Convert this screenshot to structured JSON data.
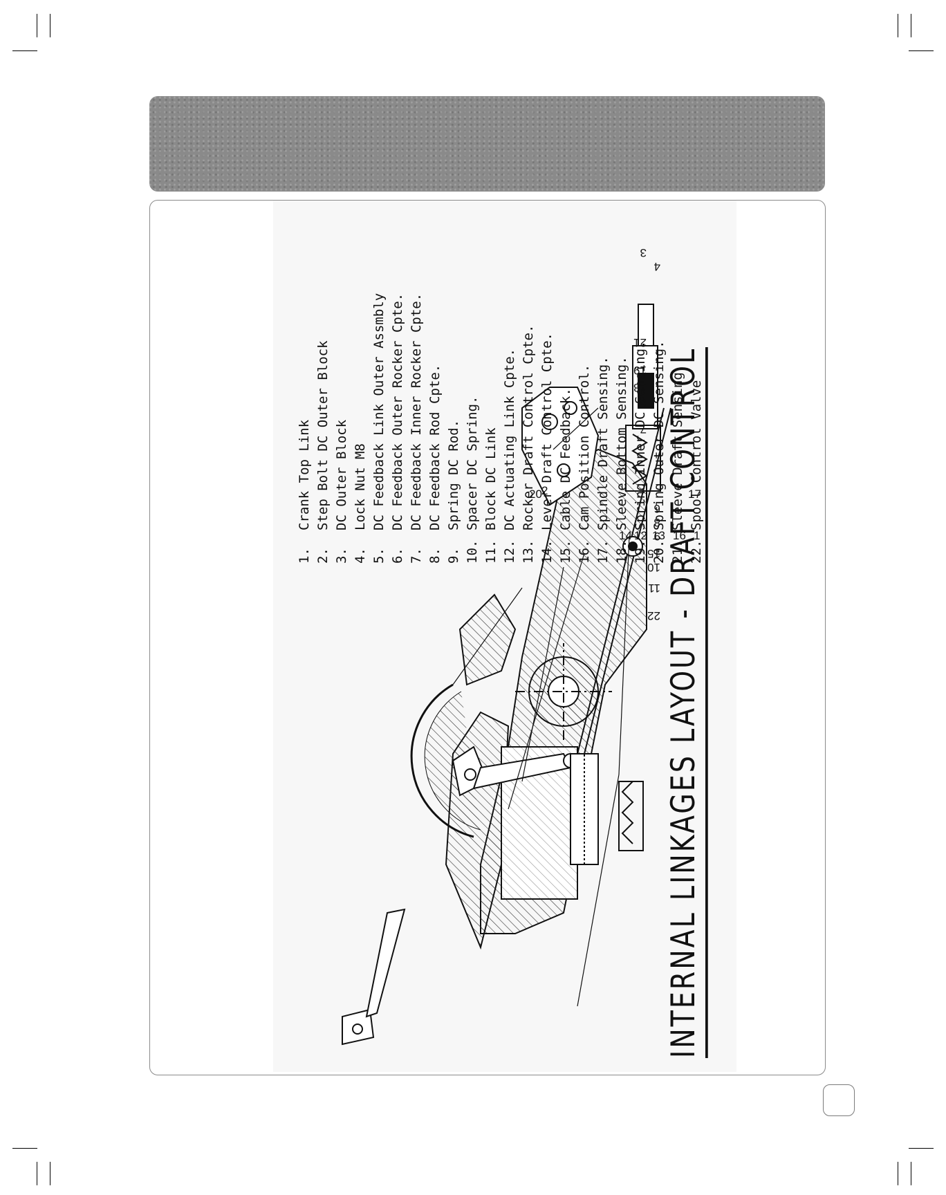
{
  "diagram": {
    "title": "INTERNAL LINKAGES LAYOUT - DRAFT CONTROL",
    "callouts": [
      "14",
      "12",
      "13",
      "16",
      "1",
      "20",
      "2",
      "17",
      "3",
      "4",
      "21",
      "19",
      "18",
      "5",
      "7",
      "6",
      "8",
      "9",
      "15",
      "10",
      "11",
      "22"
    ],
    "legend": [
      {
        "num": "1.",
        "label": "Crank Top Link"
      },
      {
        "num": "2.",
        "label": "Step Bolt DC Outer Block"
      },
      {
        "num": "3.",
        "label": "DC Outer Block"
      },
      {
        "num": "4.",
        "label": "Lock Nut M8"
      },
      {
        "num": "5.",
        "label": "DC Feedback Link Outer Assmbly"
      },
      {
        "num": "6.",
        "label": "DC Feedback Outer Rocker Cpte."
      },
      {
        "num": "7.",
        "label": "DC Feedback Inner Rocker Cpte."
      },
      {
        "num": "8.",
        "label": "DC Feedback Rod Cpte."
      },
      {
        "num": "9.",
        "label": "Spring DC Rod."
      },
      {
        "num": "10.",
        "label": "Spacer DC Spring."
      },
      {
        "num": "11.",
        "label": "Block DC Link"
      },
      {
        "num": "12.",
        "label": "DC Actuating Link Cpte."
      },
      {
        "num": "13.",
        "label": "Rocker Draft Control Cpte."
      },
      {
        "num": "14.",
        "label": "Lever Draft Control Cpte."
      },
      {
        "num": "15.",
        "label": "Cable DC Feedback."
      },
      {
        "num": "16.",
        "label": "Cam Position Control."
      },
      {
        "num": "17.",
        "label": "Spindle Draft Sensing."
      },
      {
        "num": "18.",
        "label": "Sleeve Bottom Sensing."
      },
      {
        "num": "19.",
        "label": "Spring Inner DC Sensing."
      },
      {
        "num": "20.",
        "label": "Spring Outer DC Sensing."
      },
      {
        "num": "21.",
        "label": "Sleeve Draft Sensing."
      },
      {
        "num": "22.",
        "label": "Spool Control Valve"
      }
    ]
  }
}
